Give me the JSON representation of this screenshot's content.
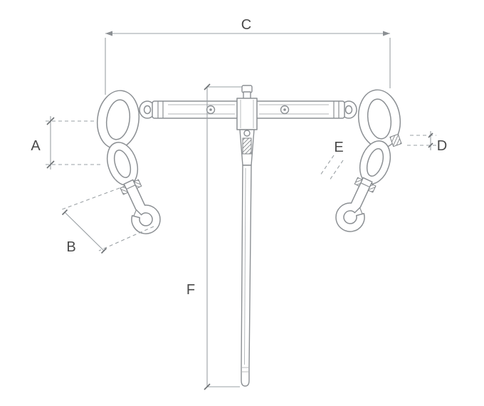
{
  "figure": {
    "subject": "ratchet-load-binder-with-clevis-grab-hooks-technical-drawing",
    "background_color": "#ffffff",
    "line_color": "#8b8f93",
    "dimension_line_color": "#9aa0a4",
    "label_color": "#4a4a4a",
    "dimension_labels": {
      "a": "A",
      "b": "B",
      "c": "C",
      "d": "D",
      "e": "E",
      "f": "F"
    }
  }
}
